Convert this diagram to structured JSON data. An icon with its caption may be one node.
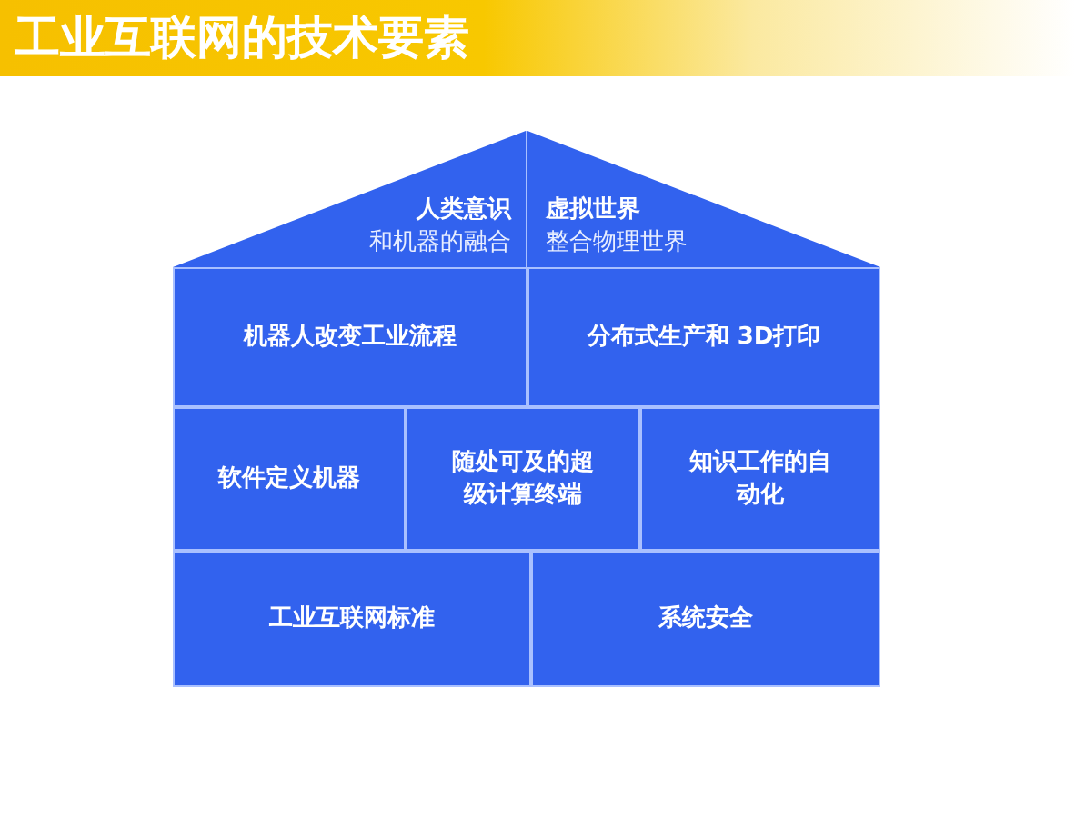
{
  "diagram": {
    "title": "工业互联网的技术要素",
    "nodes": [
      {
        "text": [
          "人类意识",
          "和机器的融合"
        ]
      },
      {
        "text": [
          "虚拟世界",
          "整合物理世界"
        ]
      },
      {
        "text": [
          "机器人改变工业流程"
        ]
      },
      {
        "text": [
          "分布式生产和 3D打印"
        ]
      },
      {
        "text": [
          "软件定义机器"
        ]
      },
      {
        "text": [
          "随处可及的超级计算终端"
        ]
      },
      {
        "text": [
          "知识工作的自动化"
        ]
      },
      {
        "text": [
          "工业互联网标准"
        ]
      },
      {
        "text": [
          "系统安全"
        ]
      }
    ]
  }
}
